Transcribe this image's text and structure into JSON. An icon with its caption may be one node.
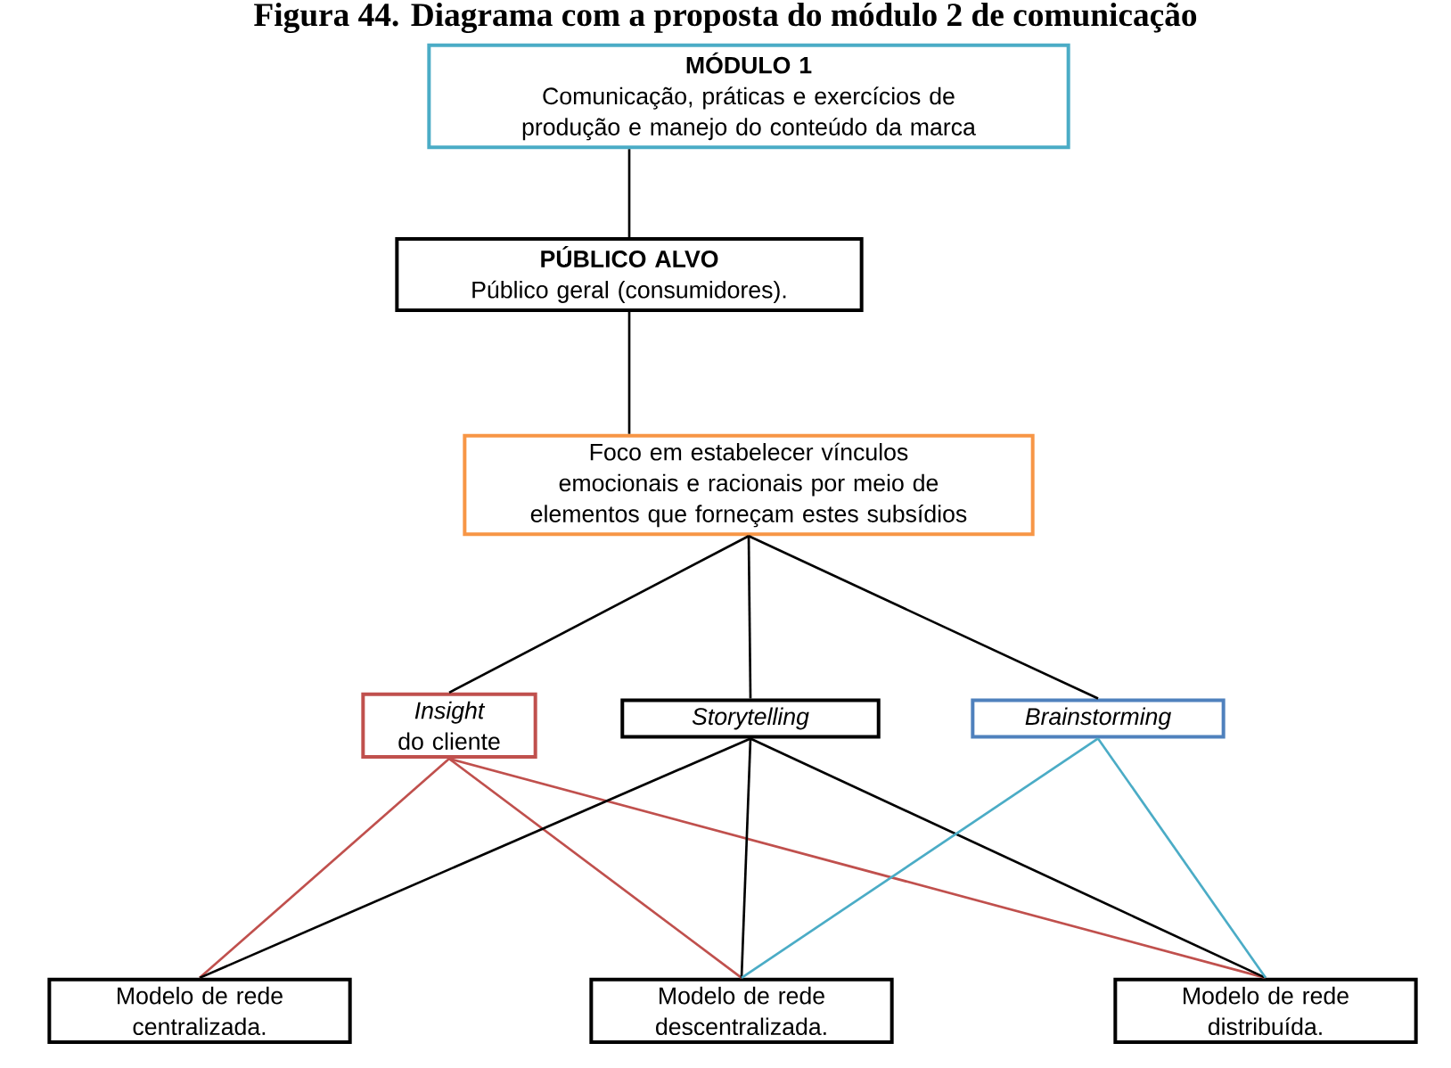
{
  "diagram": {
    "title": "Figura 44. Diagrama com a proposta do módulo 2 de comunicação",
    "nodes": [
      {
        "text": [
          "MÓDULO 1",
          "Comunicação, práticas e exercícios de produção e manejo do conteúdo da marca"
        ]
      },
      {
        "text": [
          "PÚBLICO ALVO",
          "Público geral (consumidores)."
        ]
      },
      {
        "text": [
          "Foco em estabelecer vínculos emocionais e racionais por meio de elementos que forneçam estes subsídios"
        ]
      },
      {
        "text": [
          "*Insight* do cliente"
        ]
      },
      {
        "text": [
          "Storytelling"
        ]
      },
      {
        "text": [
          "Brainstorming"
        ]
      },
      {
        "text": [
          "Modelo de rede centralizada."
        ]
      },
      {
        "text": [
          "Modelo de rede descentralizada."
        ]
      },
      {
        "text": [
          "Modelo de rede distribuída."
        ]
      }
    ],
    "edges": [
      {
        "from": 0,
        "to": 1,
        "arrow": "none"
      },
      {
        "from": 1,
        "to": 2,
        "arrow": "none"
      },
      {
        "from": 2,
        "to": 3,
        "arrow": "none"
      },
      {
        "from": 2,
        "to": 4,
        "arrow": "none"
      },
      {
        "from": 2,
        "to": 5,
        "arrow": "none"
      },
      {
        "from": 3,
        "to": 6,
        "arrow": "none",
        "color": "#c0504d"
      },
      {
        "from": 3,
        "to": 7,
        "arrow": "none",
        "color": "#c0504d"
      },
      {
        "from": 3,
        "to": 8,
        "arrow": "none",
        "color": "#c0504d"
      },
      {
        "from": 4,
        "to": 6,
        "arrow": "none"
      },
      {
        "from": 4,
        "to": 7,
        "arrow": "none"
      },
      {
        "from": 4,
        "to": 8,
        "arrow": "none"
      },
      {
        "from": 5,
        "to": 7,
        "arrow": "none",
        "color": "#4bacc6"
      },
      {
        "from": 5,
        "to": 8,
        "arrow": "none",
        "color": "#4bacc6"
      }
    ]
  }
}
